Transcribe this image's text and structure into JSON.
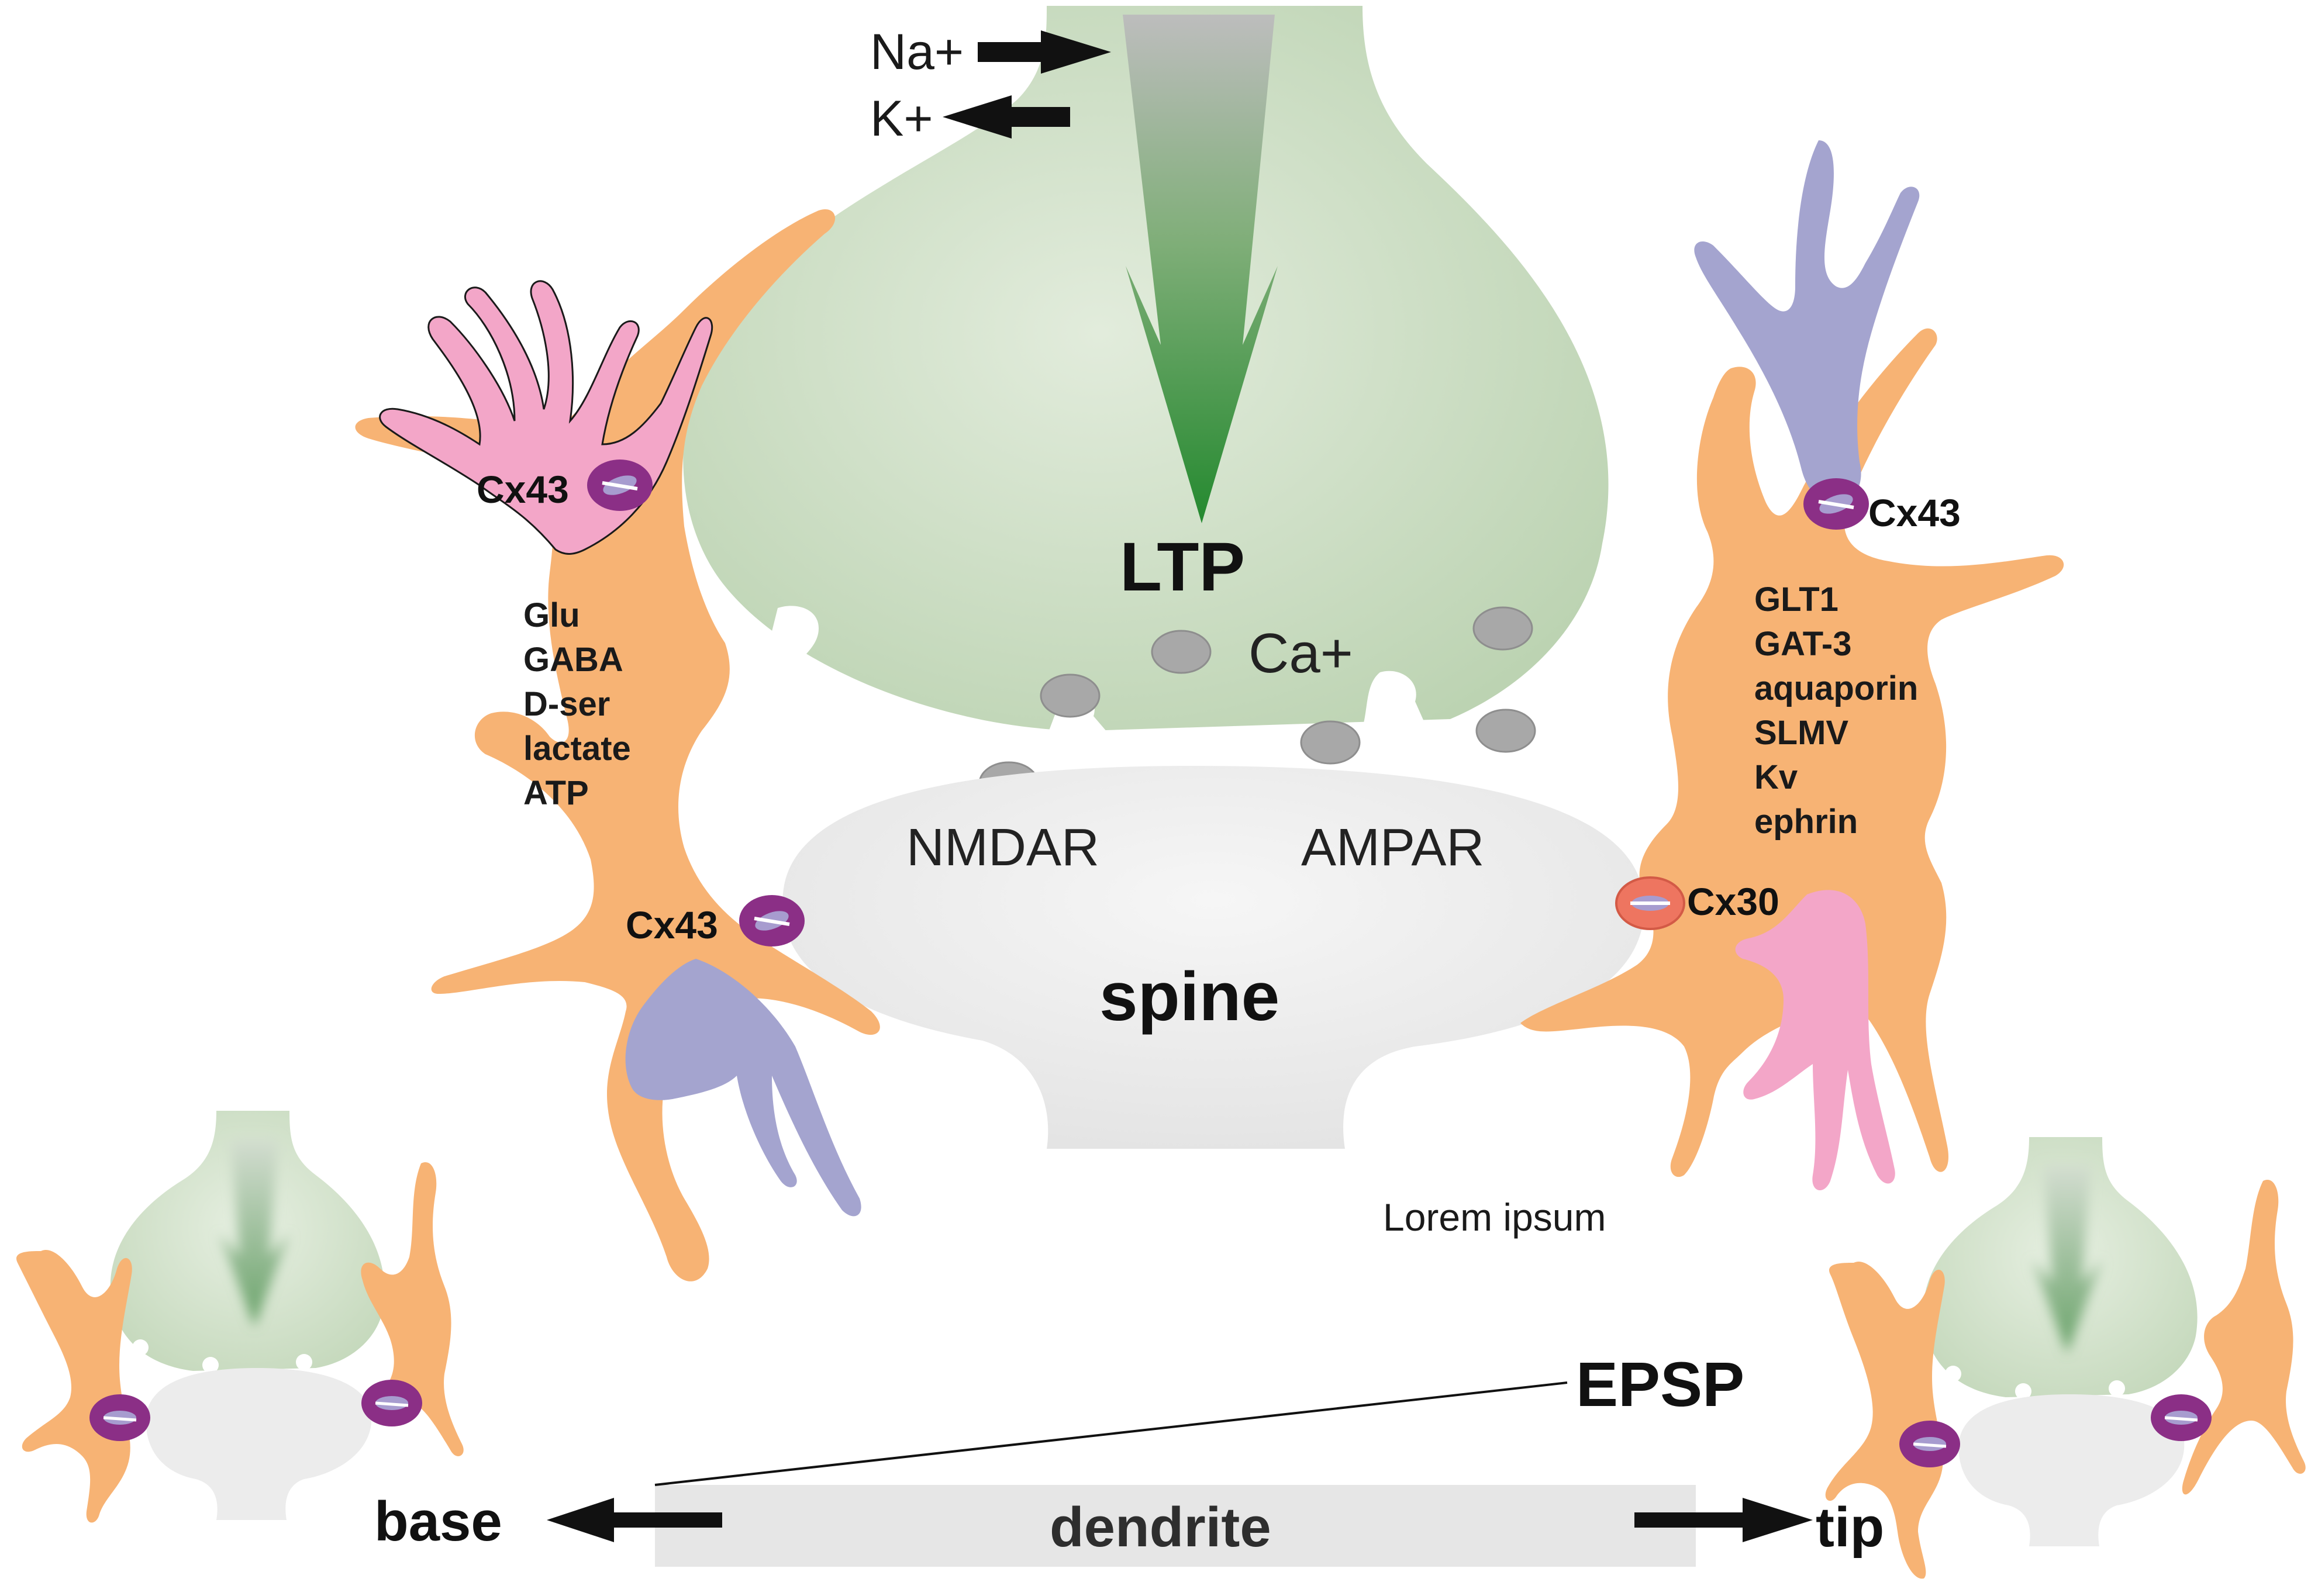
{
  "labels": {
    "na": "Na+",
    "k": "K+",
    "ltp": "LTP",
    "ca": "Ca+",
    "nmdar": "NMDAR",
    "ampar": "AMPAR",
    "spine": "spine",
    "cx43": "Cx43",
    "cx30": "Cx30",
    "lorem": "Lorem ipsum",
    "epsp": "EPSP",
    "base": "base",
    "tip": "tip",
    "dendrite": "dendrite"
  },
  "left_astrocyte_list": [
    "Glu",
    "GABA",
    "D-ser",
    "lactate",
    "ATP"
  ],
  "right_astrocyte_list": [
    "GLT1",
    "GAT-3",
    "aquaporin",
    "SLMV",
    "Kv",
    "ephrin"
  ],
  "colors": {
    "presynaptic": "#c9dcc1",
    "spine": "#ececec",
    "astrocyte": "#f7b374",
    "pink_process": "#f3a6c8",
    "purple_process": "#a4a4cf",
    "cx43_channel": "#8b2f86",
    "cx30_channel": "#ee7560",
    "arrow_green": "#2e8a36",
    "dendrite_bar": "#e6e6e6"
  }
}
